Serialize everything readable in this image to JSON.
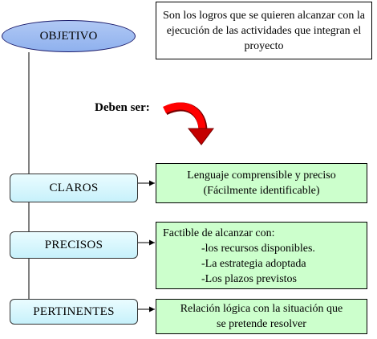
{
  "objective": {
    "label": "OBJETIVO"
  },
  "definition": "Son los logros que se quieren alcanzar con la ejecución de las actividades que integran el proyecto",
  "must_be": "Deben ser:",
  "criteria": [
    {
      "label": "CLAROS",
      "lines": [
        "Lenguaje comprensible y preciso",
        "(Fácilmente identificable)"
      ]
    },
    {
      "label": "PRECISOS",
      "lines": [
        "Factible de alcanzar con:",
        "-los recursos disponibles.",
        "-La estrategia adoptada",
        "-Los plazos previstos"
      ]
    },
    {
      "label": "PERTINENTES",
      "lines": [
        "Relación lógica con la situación que",
        "se pretende resolver"
      ]
    }
  ],
  "colors": {
    "objective_fill": "#9fbcf1",
    "criteria_fill": "#d6f6fd",
    "description_fill": "#ccffcc",
    "arrow_red": "#ff0000"
  }
}
